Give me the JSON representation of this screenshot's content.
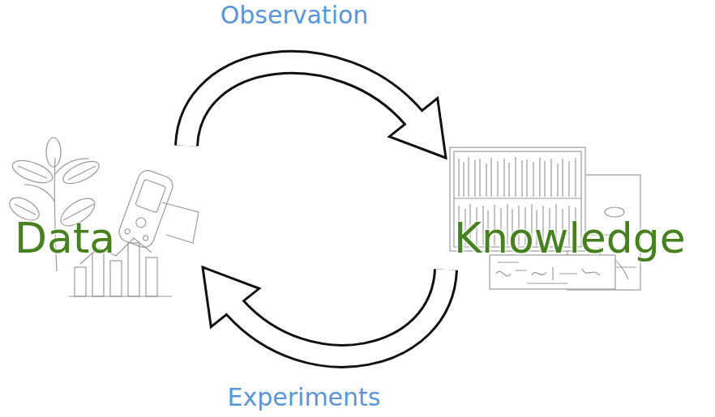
{
  "diagram": {
    "nodes": [
      {
        "text": [
          "Data"
        ]
      },
      {
        "text": [
          "Knowledge"
        ]
      }
    ],
    "edges": [
      {
        "from": 0,
        "to": 1,
        "label": "Observation",
        "arrow": "to"
      },
      {
        "from": 1,
        "to": 0,
        "label": "Experiments",
        "arrow": "to"
      }
    ]
  }
}
